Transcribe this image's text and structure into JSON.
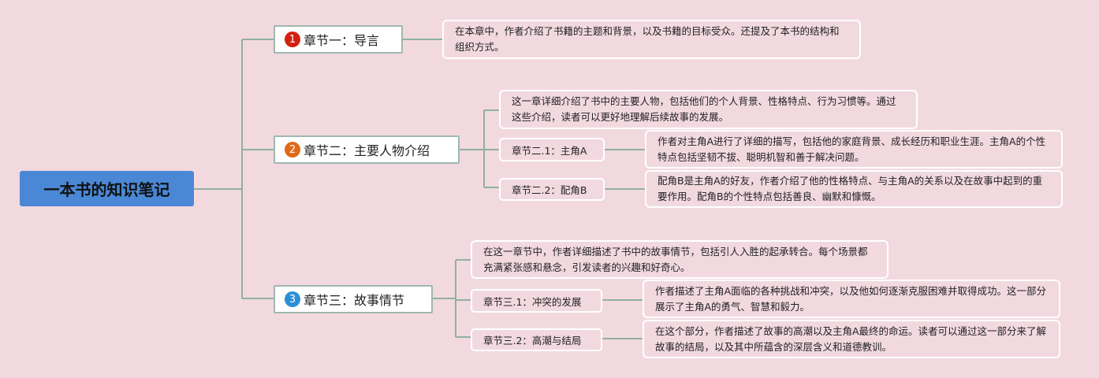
{
  "root": {
    "title": "一本书的知识笔记",
    "color": "#4a88d6"
  },
  "chapters": [
    {
      "num": "1",
      "badge_color": "#d42010",
      "title": "章节一：导言",
      "note": "在本章中，作者介绍了书籍的主题和背景，以及书籍的目标受众。还提及了本书的结构和组织方式。"
    },
    {
      "num": "2",
      "badge_color": "#e06a1a",
      "title": "章节二：主要人物介绍",
      "note": "这一章详细介绍了书中的主要人物，包括他们的个人背景、性格特点、行为习惯等。通过这些介绍，读者可以更好地理解后续故事的发展。",
      "subs": [
        {
          "title": "章节二.1：主角A",
          "note": "作者对主角A进行了详细的描写，包括他的家庭背景、成长经历和职业生涯。主角A的个性特点包括坚韧不拔、聪明机智和善于解决问题。"
        },
        {
          "title": "章节二.2：配角B",
          "note": "配角B是主角A的好友，作者介绍了他的性格特点、与主角A的关系以及在故事中起到的重要作用。配角B的个性特点包括善良、幽默和慷慨。"
        }
      ]
    },
    {
      "num": "3",
      "badge_color": "#2a8fd8",
      "title": "章节三：故事情节",
      "note": "在这一章节中，作者详细描述了书中的故事情节，包括引人入胜的起承转合。每个场景都充满紧张感和悬念，引发读者的兴趣和好奇心。",
      "subs": [
        {
          "title": "章节三.1：冲突的发展",
          "note": "作者描述了主角A面临的各种挑战和冲突，以及他如何逐渐克服困难并取得成功。这一部分展示了主角A的勇气、智慧和毅力。"
        },
        {
          "title": "章节三.2：高潮与结局",
          "note": "在这个部分，作者描述了故事的高潮以及主角A最终的命运。读者可以通过这一部分来了解故事的结局，以及其中所蕴含的深层含义和道德教训。"
        }
      ]
    }
  ]
}
